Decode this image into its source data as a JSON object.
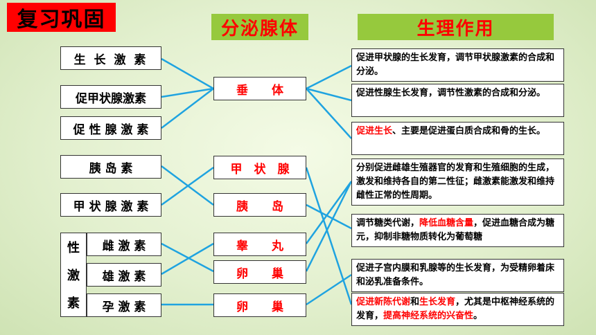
{
  "title": "复习巩固",
  "headers": {
    "glands": "分泌腺体",
    "functions": "生理作用"
  },
  "hormones": {
    "gh": "生 长 激 素",
    "tsh": "促甲状腺激素",
    "gonadotropin": "促 性 腺 激 素",
    "insulin": "胰 岛 素",
    "thyroxine": "甲 状 腺 激 素",
    "sex_group_label": [
      "性",
      "激",
      "素"
    ],
    "estrogen": "雌 激 素",
    "androgen": "雄 激 素",
    "progesterone": "孕 激 素"
  },
  "glands": {
    "pituitary": "垂　　体",
    "thyroid": "甲　状　腺",
    "pancreatic_islet": "胰　　岛",
    "testis": "睾　　丸",
    "ovary1": "卵　　巢",
    "ovary2": "卵　　巢"
  },
  "functions": {
    "f1": "促进甲状腺的生长发育，调节甲状腺激素的合成和分泌。",
    "f2": "促进性腺生长发育，调节性激素的合成和分泌。",
    "f3_red": "促进生长",
    "f3_rest": "、主要是促进蛋白质合成和骨的生长。",
    "f4": "分别促进雌雄生殖器官的发育和生殖细胞的生成，激发和维持各自的第二性征；雌激素能激发和维持雌性正常的性周期。",
    "f5_a": "调节糖类代谢，",
    "f5_red": "降低血糖含量",
    "f5_b": "，促进血糖合成为糖元，抑制非糖物质转化为葡萄糖",
    "f6": "促进子宫内膜和乳腺等的生长发育，为受精卵着床和泌乳准备条件。",
    "f7_red1": "促进新陈代谢",
    "f7_a": "和",
    "f7_red2": "生长发育",
    "f7_b": "，尤其是中枢神经系统的发育，",
    "f7_red3": "提高神经系统的兴奋性",
    "f7_c": "。"
  },
  "colors": {
    "line": "#1fa3e0",
    "header_bg": "#96c93d",
    "accent_red": "#ff0000"
  }
}
